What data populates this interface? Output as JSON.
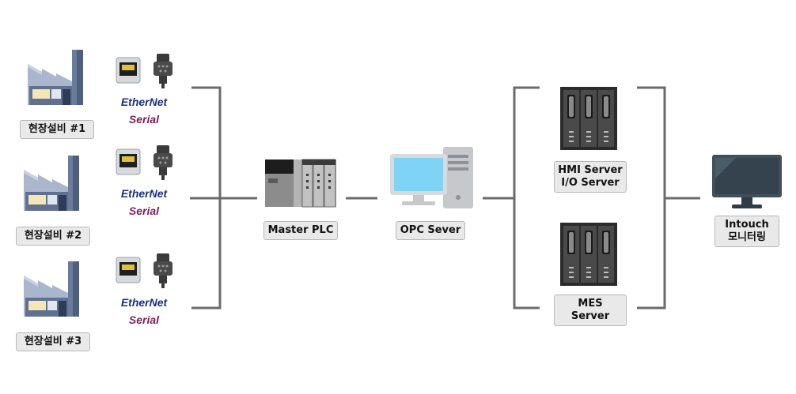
{
  "sites": [
    {
      "label": "현장설비 #1",
      "protocol_1": "EtherNet",
      "protocol_2": "Serial"
    },
    {
      "label": "현장설비 #2",
      "protocol_1": "EtherNet",
      "protocol_2": "Serial"
    },
    {
      "label": "현장설비 #3",
      "protocol_1": "EtherNet",
      "protocol_2": "Serial"
    }
  ],
  "master_plc": {
    "label": "Master PLC"
  },
  "opc_server": {
    "label": "OPC Sever"
  },
  "hmi_server": {
    "label_line1": "HMI Server",
    "label_line2": "I/O Server"
  },
  "mes_server": {
    "label": "MES Server"
  },
  "intouch": {
    "label_line1": "Intouch",
    "label_line2": "모니터링"
  },
  "colors": {
    "line": "#6b6b6b",
    "factory_body": "#a9b6cc",
    "factory_dark": "#5f7091",
    "factory_window": "#f7e6b5",
    "protocol_ethernet": "#1c2f7a",
    "protocol_serial": "#7a1f5b",
    "screen": "#7fd3f5"
  },
  "icons": [
    "factory-icon",
    "ethernet-port-icon",
    "serial-connector-icon",
    "plc-icon",
    "desktop-computer-icon",
    "server-rack-icon",
    "monitor-icon"
  ]
}
